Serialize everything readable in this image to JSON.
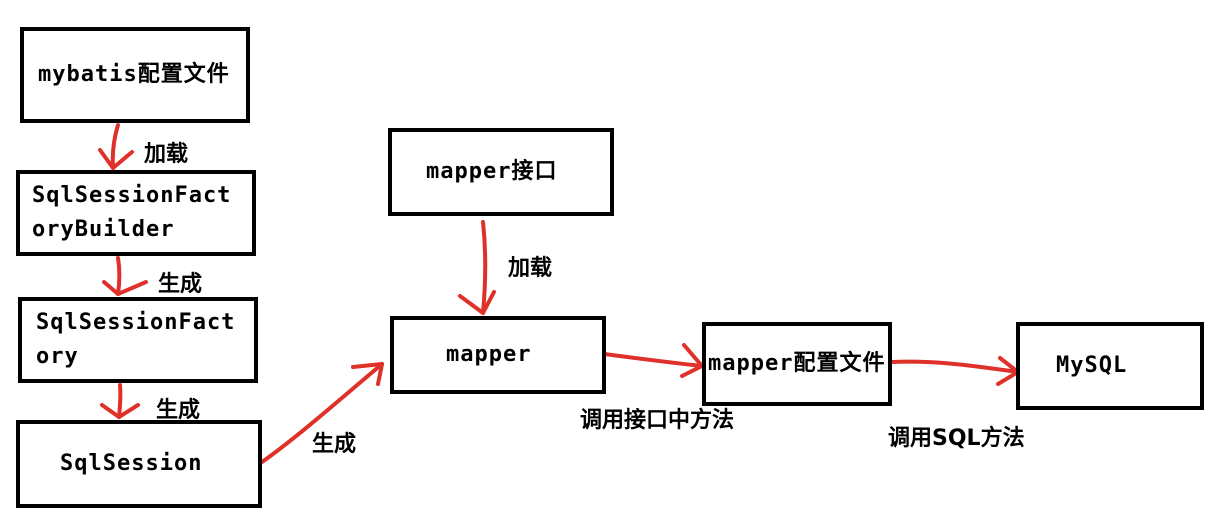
{
  "nodes": {
    "config_file": "mybatis配置文件",
    "factory_builder": "SqlSessionFactoryBuilder",
    "factory": "SqlSessionFactory",
    "session": "SqlSession",
    "mapper_interface": "mapper接口",
    "mapper": "mapper",
    "mapper_config": "mapper配置文件",
    "mysql": "MySQL"
  },
  "edges": {
    "load_1": "加载",
    "generate_1": "生成",
    "generate_2": "生成",
    "generate_3": "生成",
    "load_2": "加载",
    "call_interface": "调用接口中方法",
    "call_sql": "调用SQL方法"
  },
  "colors": {
    "arrow": "#e0302a",
    "border": "#000000",
    "background": "#ffffff"
  }
}
